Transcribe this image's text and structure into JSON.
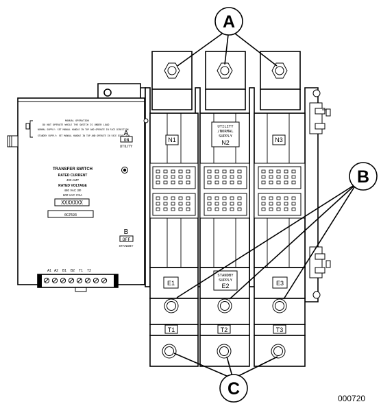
{
  "callouts": {
    "a": "A",
    "b": "B",
    "c": "C"
  },
  "figure_number": "000720",
  "poles": {
    "top_labels": [
      "N1",
      "UTILITY\n/NORMAL\nSUPPLY\nN2",
      "N3"
    ],
    "standby_labels": [
      "E1",
      "STANDBY\nSUPPLY\nE2",
      "E3"
    ],
    "load_labels": [
      "T1",
      "T2",
      "T3"
    ]
  },
  "panel": {
    "manual_operation": "MANUAL OPERATION",
    "warning_line_1": "DO NOT OPERATE WHILE THE SWITCH IS UNDER LOAD",
    "warning_line_2": "NORMAL SUPPLY: SET MANUAL HANDLE IN TOP AND OPERATE IN FACE DIRECTION",
    "warning_line_3": "STANDBY SUPPLY: SET MANUAL HANDLE IN TOP AND OPERATE IN FACE DIRECTION",
    "position_a_letter": "A",
    "position_a_state": "ON",
    "position_a_name": "UTILITY",
    "position_b_letter": "B",
    "position_b_state": "OFF",
    "position_b_name": "STANDBY",
    "nameplate_title": "TRANSFER SWITCH",
    "rated_current_label": "RATED CURRENT",
    "rated_current_value": "400 AMP",
    "rated_voltage_label": "RATED VOLTAGE",
    "rated_voltage_value": "480 VAC 3Φ",
    "rated_voltage_alt": "600 VAC CSA",
    "serial_box": "XXXXXXX",
    "part_number": "0G7693",
    "terminal_labels": [
      "A1",
      "A2",
      "B1",
      "B2",
      "T1",
      "T2"
    ]
  }
}
